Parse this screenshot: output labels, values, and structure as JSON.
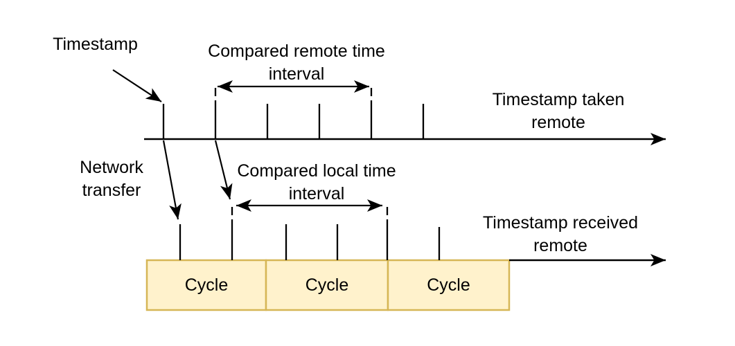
{
  "labels": {
    "timestamp": "Timestamp",
    "compared_remote_interval": "Compared remote time interval",
    "timestamp_taken_remote": "Timestamp taken remote",
    "network_transfer": "Network transfer",
    "compared_local_interval": "Compared local time interval",
    "timestamp_received_remote": "Timestamp received remote"
  },
  "cycles": [
    {
      "label": "Cycle"
    },
    {
      "label": "Cycle"
    },
    {
      "label": "Cycle"
    }
  ],
  "colors": {
    "line": "#000000",
    "cycle_fill": "#FFF2CC",
    "cycle_border": "#D6B656",
    "background": "#FFFFFF"
  }
}
